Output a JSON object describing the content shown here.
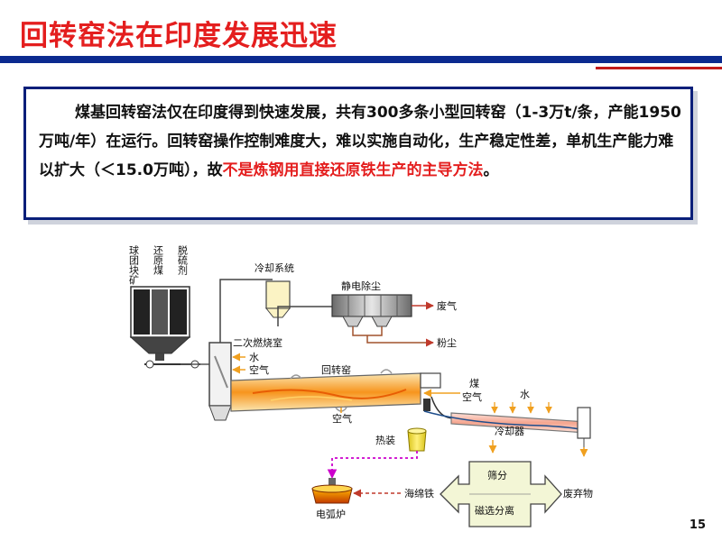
{
  "slide": {
    "title": "回转窑法在印度发展迅速",
    "page_number": "15",
    "info": {
      "text_before": "煤基回转窑法仅在印度得到快速发展，共有300多条小型回转窑（1-3万t/条，产能1950万吨/年）在运行。回转窑操作控制难度大，难以实施自动化，生产稳定性差，单机生产能力难以扩大（＜15.0万吨），故",
      "highlight": "不是炼钢用直接还原铁生产的主导方法",
      "text_after": "。"
    }
  },
  "diagram": {
    "feed_labels": [
      "球团块矿",
      "还原煤",
      "脱硫剂"
    ],
    "cooling_system": "冷却系统",
    "electrostatic_precipitator": "静电除尘",
    "waste_gas": "废气",
    "dust": "粉尘",
    "secondary_combustion": "二次燃烧室",
    "water_1": "水",
    "air_1": "空气",
    "rotary_kiln": "回转窑",
    "air_2": "空气",
    "coal": "煤",
    "air_3": "空气",
    "water_2": "水",
    "cooler": "冷却器",
    "hot_charging": "热装",
    "screening": "筛分",
    "magnetic_separation": "磁选分离",
    "waste": "废弃物",
    "sponge_iron": "海绵铁",
    "electric_arc_furnace": "电弧炉"
  },
  "colors": {
    "title_red": "#e41e1e",
    "rule_blue": "#0b2a8f",
    "kiln_orange": "#f7a21b",
    "arrow_orange": "#f0a020",
    "pipe_gray": "#555555",
    "bucket_yellow": "#f6e54a",
    "magenta_path": "#cc00cc",
    "box_green": "#f3f6d6"
  }
}
